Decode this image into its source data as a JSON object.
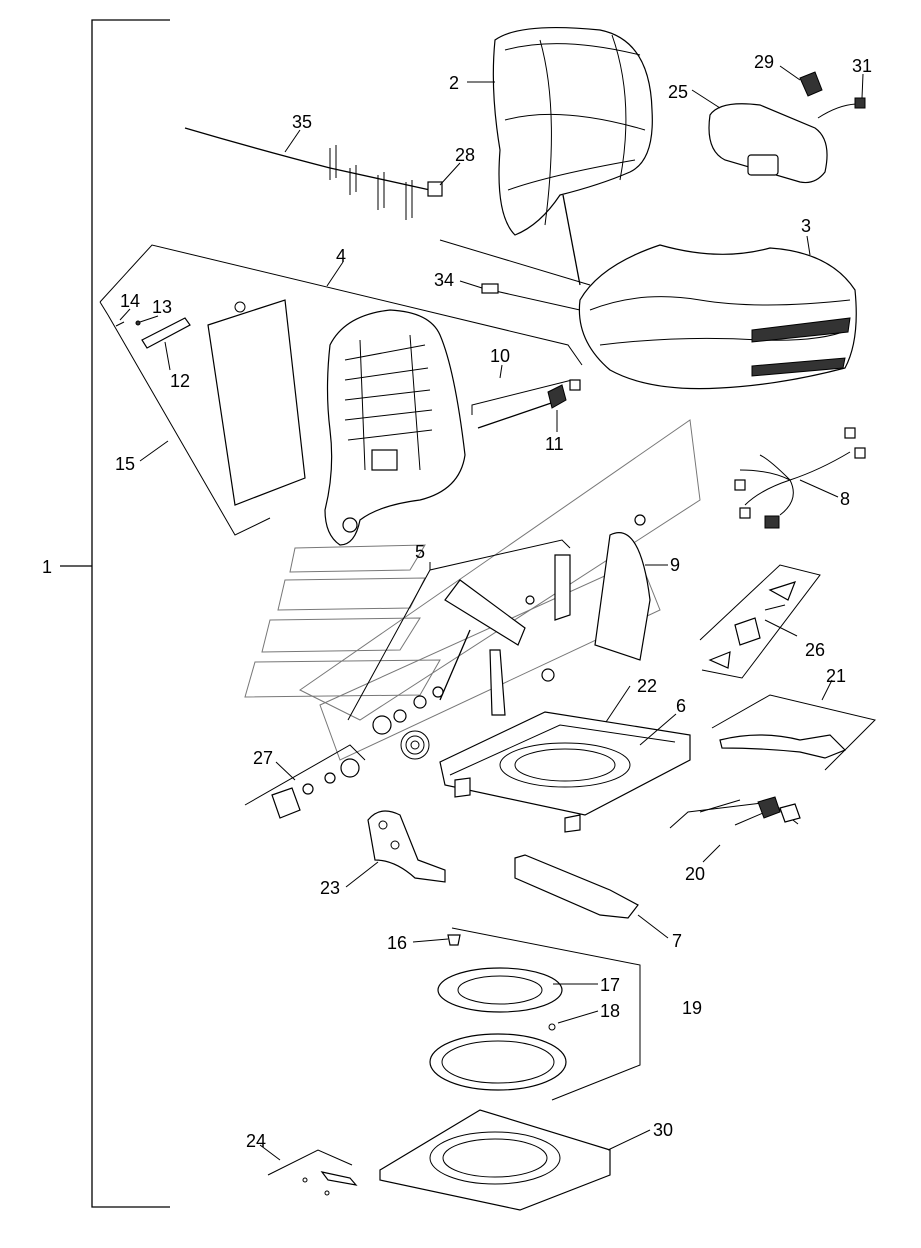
{
  "diagram": {
    "labels": [
      {
        "id": "1",
        "text": "1"
      },
      {
        "id": "2",
        "text": "2"
      },
      {
        "id": "3",
        "text": "3"
      },
      {
        "id": "4",
        "text": "4"
      },
      {
        "id": "5",
        "text": "5"
      },
      {
        "id": "6",
        "text": "6"
      },
      {
        "id": "7",
        "text": "7"
      },
      {
        "id": "8",
        "text": "8"
      },
      {
        "id": "9",
        "text": "9"
      },
      {
        "id": "10",
        "text": "10"
      },
      {
        "id": "11",
        "text": "11"
      },
      {
        "id": "12",
        "text": "12"
      },
      {
        "id": "13",
        "text": "13"
      },
      {
        "id": "14",
        "text": "14"
      },
      {
        "id": "15",
        "text": "15"
      },
      {
        "id": "16",
        "text": "16"
      },
      {
        "id": "17",
        "text": "17"
      },
      {
        "id": "18",
        "text": "18"
      },
      {
        "id": "19",
        "text": "19"
      },
      {
        "id": "20",
        "text": "20"
      },
      {
        "id": "21",
        "text": "21"
      },
      {
        "id": "22",
        "text": "22"
      },
      {
        "id": "23",
        "text": "23"
      },
      {
        "id": "24",
        "text": "24"
      },
      {
        "id": "25",
        "text": "25"
      },
      {
        "id": "26",
        "text": "26"
      },
      {
        "id": "27",
        "text": "27"
      },
      {
        "id": "28",
        "text": "28"
      },
      {
        "id": "29",
        "text": "29"
      },
      {
        "id": "30",
        "text": "30"
      },
      {
        "id": "31",
        "text": "31"
      },
      {
        "id": "34",
        "text": "34"
      },
      {
        "id": "35",
        "text": "35"
      }
    ]
  }
}
